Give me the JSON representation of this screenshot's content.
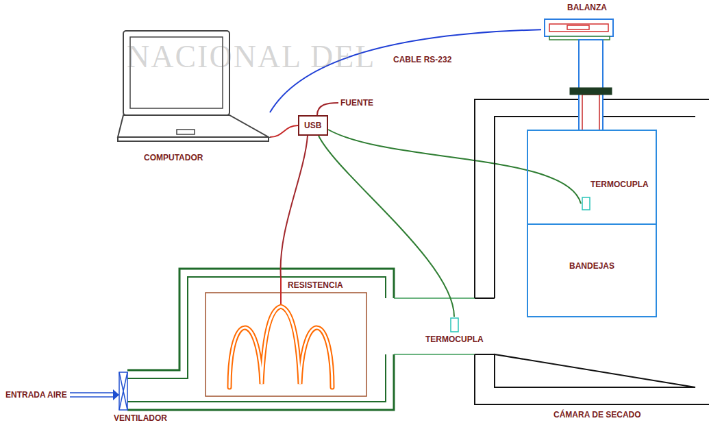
{
  "diagram": {
    "nodes": [
      {
        "text": [
          "COMPUTADOR"
        ]
      },
      {
        "text": [
          "USB"
        ]
      },
      {
        "text": [
          "BALANZA"
        ]
      },
      {
        "text": [
          "CÁMARA DE SECADO"
        ]
      },
      {
        "text": [
          "BANDEJAS"
        ],
        "in": 3
      },
      {
        "text": [
          "TERMOCUPLA"
        ],
        "in": 4
      },
      {
        "text": [
          "RESISTENCIA"
        ]
      },
      {
        "text": [
          "TERMOCUPLA"
        ]
      },
      {
        "text": [
          "VENTILADOR"
        ]
      }
    ],
    "edges": [
      {
        "from": 0,
        "to": 1,
        "arrow": "none"
      },
      {
        "from": 0,
        "to": 2,
        "label": "CABLE RS-232",
        "arrow": "none"
      },
      {
        "from": 1,
        "to": 6,
        "arrow": "none"
      },
      {
        "from": 1,
        "to": 5,
        "arrow": "none"
      },
      {
        "from": 1,
        "to": 7,
        "arrow": "none"
      }
    ],
    "labels": [
      "FUENTE",
      "ENTRADA AIRE",
      "NACIONAL DEL"
    ]
  }
}
